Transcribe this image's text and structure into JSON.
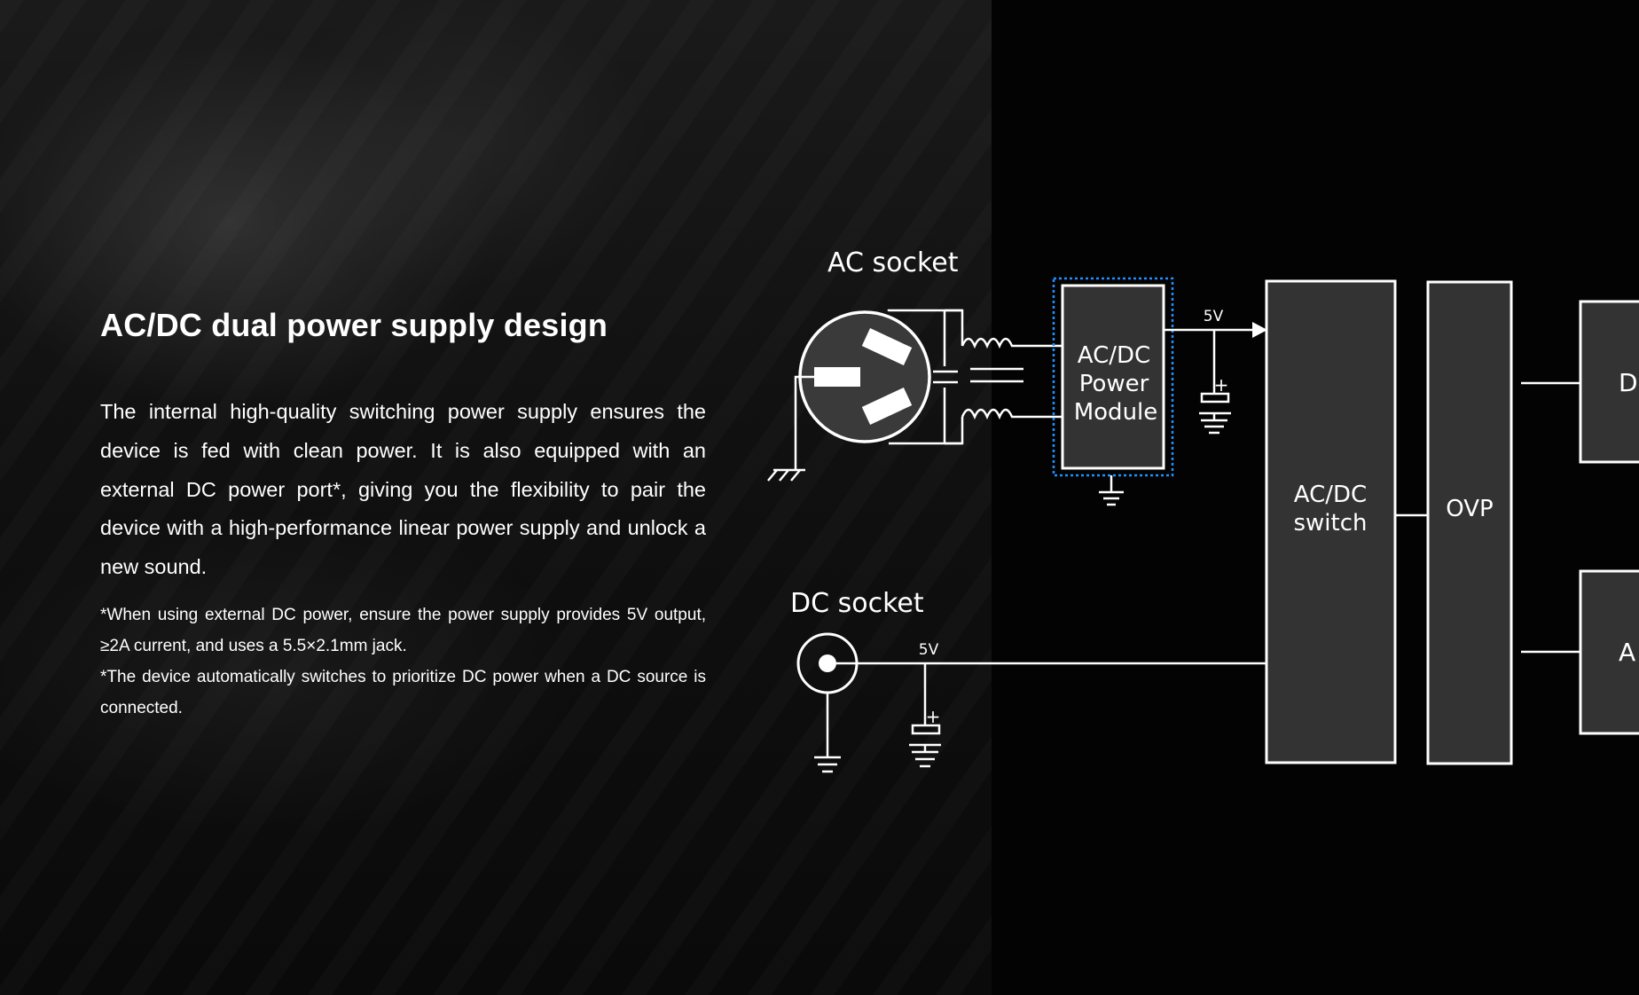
{
  "text_panel": {
    "heading": "AC/DC dual power supply design",
    "body": "The internal high-quality switching power supply ensures the device is fed with clean power. It is also equipped with an external DC power port*, giving you the flexibility to pair the device with a high-performance linear power supply and unlock a new sound.",
    "notes": [
      "*When using external DC power, ensure the power supply provides 5V output, ≥2A current, and uses a 5.5×2.1mm jack.",
      "*The device automatically switches to prioritize DC power when a DC source is connected."
    ]
  },
  "diagram": {
    "ac_socket_label": "AC socket",
    "dc_socket_label": "DC socket",
    "power_module_lines": [
      "AC/DC",
      "Power",
      "Module"
    ],
    "switch_lines": [
      "AC/DC",
      "switch"
    ],
    "ovp_label": "OVP",
    "voltage_label_ac": "5V",
    "voltage_label_dc": "5V",
    "cut_block_top_letter": "D",
    "cut_block_bottom_letter": "A",
    "plus_sign": "+",
    "colors": {
      "line": "#ffffff",
      "block_fill": "#333333",
      "socket_fill": "#3a3a3a",
      "highlight_border": "#1e90ff"
    }
  }
}
